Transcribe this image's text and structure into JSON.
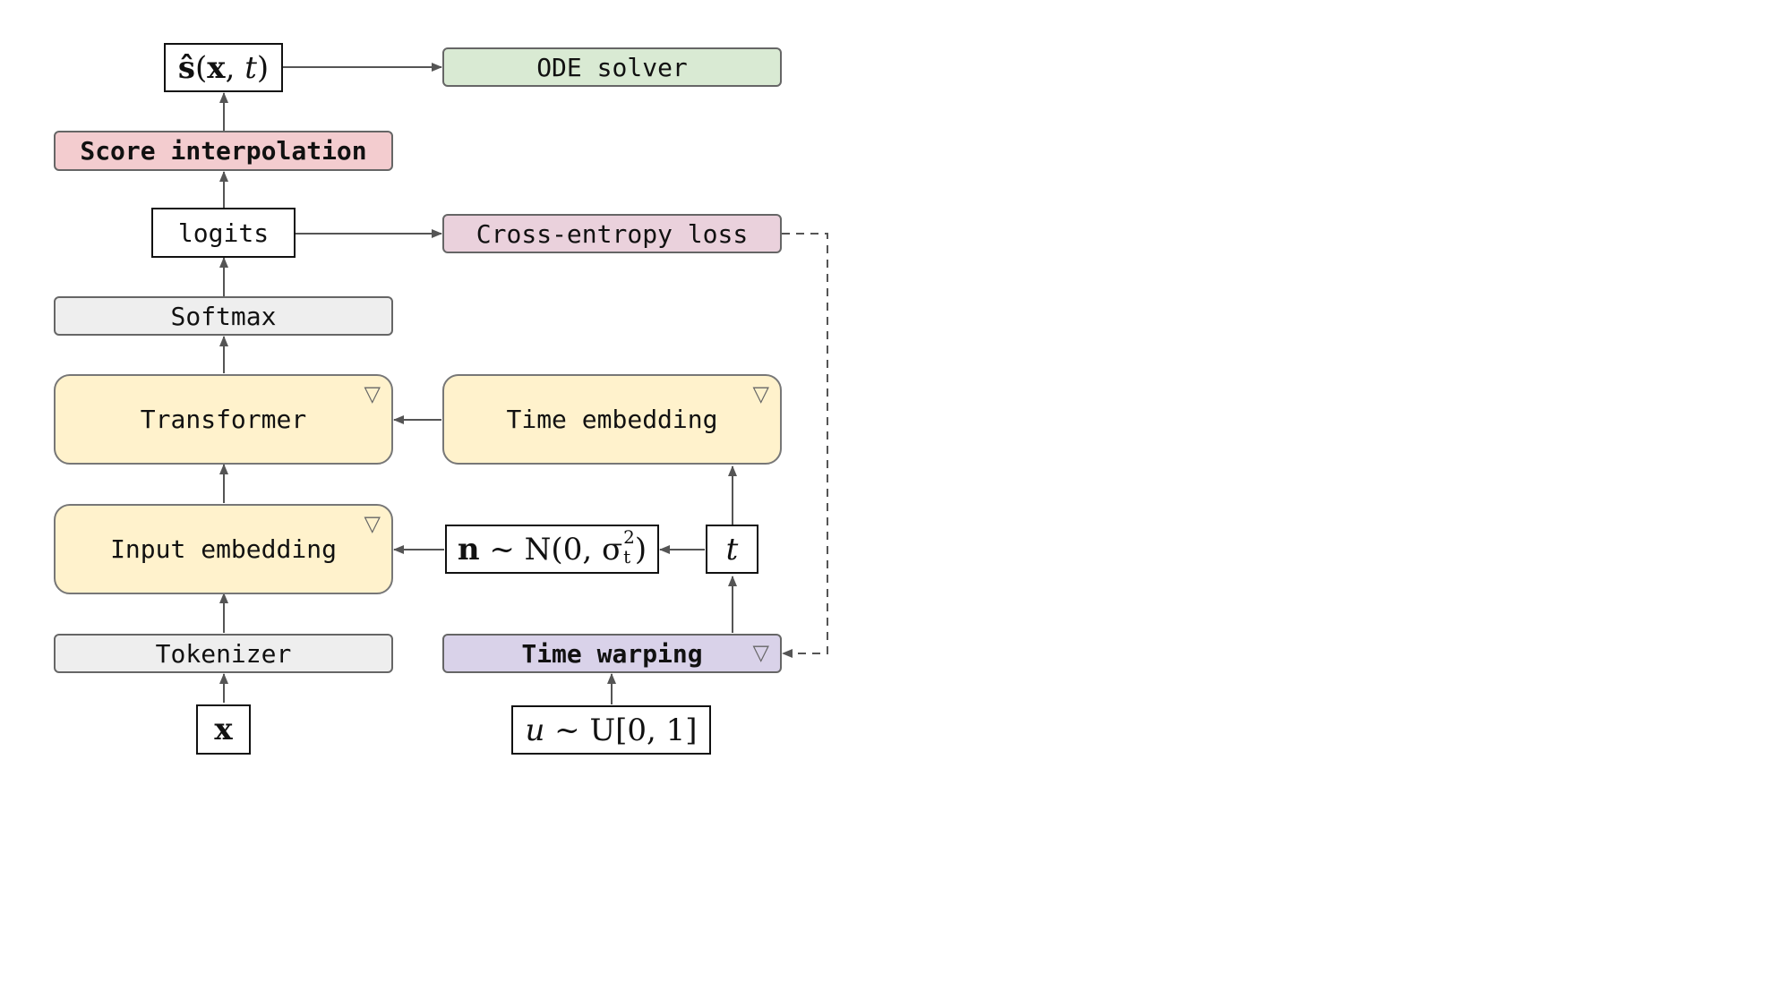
{
  "nodes": {
    "score_hat": {
      "bold": "ŝ",
      "open": "(",
      "x": "x",
      "sep": ", ",
      "t": "t",
      "close": ")"
    },
    "ode_solver": "ODE solver",
    "score_interpolation": "Score interpolation",
    "logits": "logits",
    "cross_entropy_loss": "Cross-entropy loss",
    "softmax": "Softmax",
    "transformer": "Transformer",
    "time_embedding": "Time embedding",
    "input_embedding": "Input embedding",
    "noise": {
      "n": "n",
      "rest": " ~ N(0, σ",
      "sub": "t",
      "sup": "2",
      "close": ")"
    },
    "t": "t",
    "tokenizer": "Tokenizer",
    "time_warping": "Time warping",
    "x": "x",
    "u_dist": {
      "u": "u",
      "rest": " ~ U[0, 1]"
    }
  },
  "icons": {
    "trainable": "▽"
  },
  "colors": {
    "gray": "#eeeeee",
    "pink": "#f3cccf",
    "mauve": "#ead1dc",
    "green": "#d9ead3",
    "yellow": "#fff2cc",
    "purple": "#d9d2e9",
    "arrow": "#555555"
  }
}
